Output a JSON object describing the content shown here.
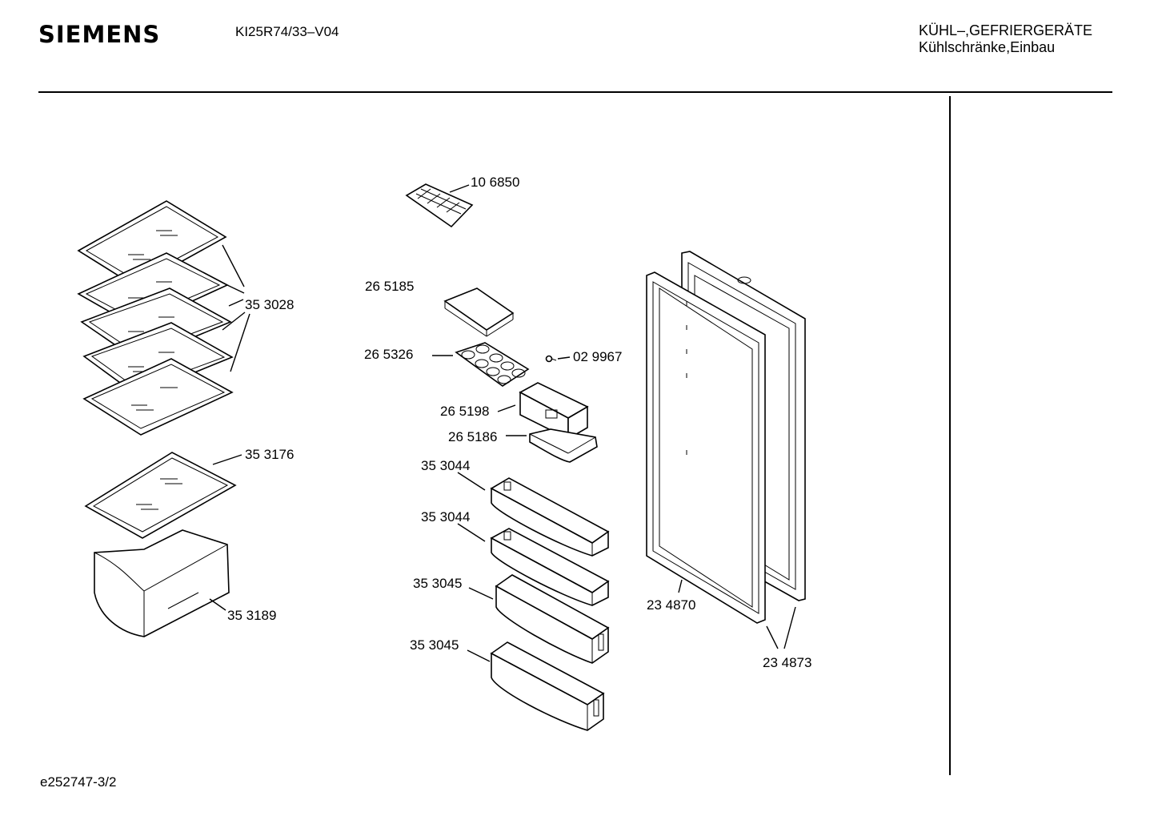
{
  "header": {
    "brand": "SIEMENS",
    "model": "KI25R74/33–V04",
    "category_line1": "KÜHL–,GEFRIERGERÄTE",
    "category_line2": "Kühlschränke,Einbau"
  },
  "footer": {
    "doc_id": "e252747-3/2"
  },
  "parts": {
    "p106850": "10 6850",
    "p265185": "26 5185",
    "p265326": "26 5326",
    "p029967": "02 9967",
    "p265198": "26 5198",
    "p265186": "26 5186",
    "p353028": "35 3028",
    "p353176": "35 3176",
    "p353189": "35 3189",
    "p353044a": "35 3044",
    "p353044b": "35 3044",
    "p353045a": "35 3045",
    "p353045b": "35 3045",
    "p234870": "23 4870",
    "p234873": "23 4873"
  }
}
